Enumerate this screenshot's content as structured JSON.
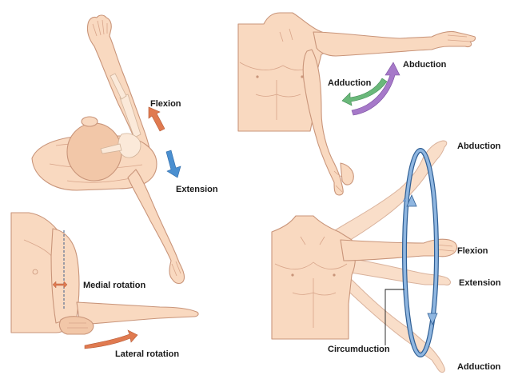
{
  "labels": {
    "flexion_top": "Flexion",
    "extension_top": "Extension",
    "adduction_top": "Adduction",
    "abduction_top": "Abduction",
    "medial_rotation": "Medial rotation",
    "lateral_rotation": "Lateral rotation",
    "abduction_right": "Abduction",
    "flexion_right": "Flexion",
    "extension_right": "Extension",
    "adduction_right": "Adduction",
    "circumduction": "Circumduction"
  },
  "colors": {
    "skin": "#f9d9c0",
    "skin_outline": "#c9957a",
    "flexion_arrow": "#e07a50",
    "extension_arrow": "#4a8fd0",
    "adduction_arrow": "#6ab87a",
    "abduction_arrow": "#a679c9",
    "rotation_arrow": "#e07a50",
    "circumduction_ring": "#5b8fc8"
  },
  "icons": {
    "flexion_arrow": "arrow-up-left-icon",
    "extension_arrow": "arrow-down-icon",
    "adduction_arrow": "curved-arrow-icon",
    "abduction_arrow": "curved-arrow-icon",
    "medial_rotation_arrow": "double-arrow-icon",
    "lateral_rotation_arrow": "curved-arrow-icon",
    "circumduction_ring": "ring-arrows-icon"
  }
}
